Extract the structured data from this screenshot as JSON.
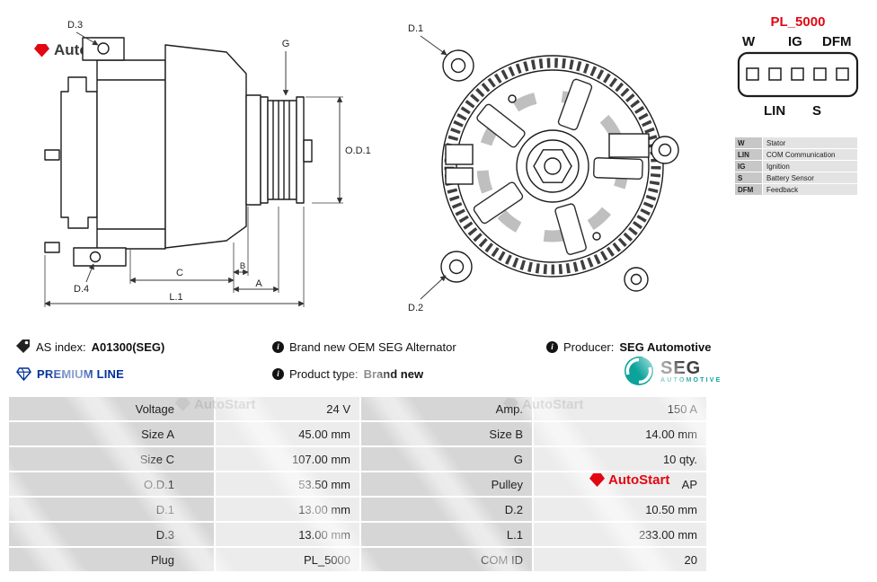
{
  "brand": {
    "name": "AutoStart"
  },
  "colors": {
    "accent_red": "#e30613",
    "premium_blue": "#00309b",
    "seg_teal": "#0ca39b",
    "table_label_bg": "#d6d6d6",
    "table_value_bg": "#ececec"
  },
  "connector": {
    "code": "PL_5000",
    "pins_top": [
      "W",
      "IG",
      "DFM"
    ],
    "pins_bottom": [
      "LIN",
      "S"
    ],
    "legend": [
      {
        "pin": "W",
        "desc": "Stator"
      },
      {
        "pin": "LIN",
        "desc": "COM Communication"
      },
      {
        "pin": "IG",
        "desc": "Ignition"
      },
      {
        "pin": "S",
        "desc": "Battery Sensor"
      },
      {
        "pin": "DFM",
        "desc": "Feedback"
      }
    ]
  },
  "dimensions": {
    "side": {
      "d3": "D.3",
      "g": "G",
      "od1": "O.D.1",
      "d4": "D.4",
      "c": "C",
      "b": "B",
      "a": "A",
      "l1": "L.1"
    },
    "front": {
      "d1": "D.1",
      "d2": "D.2"
    }
  },
  "info": {
    "as_index": {
      "label": "AS index:",
      "value": "A01300(SEG)"
    },
    "premium_line": "PREMIUM LINE",
    "description": "Brand new OEM SEG Alternator",
    "product_type": {
      "label": "Product type:",
      "value": "Brand new"
    },
    "producer": {
      "label": "Producer:",
      "value": "SEG Automotive"
    },
    "seg": {
      "name": "SEG",
      "sub": "AUTOMOTIVE"
    }
  },
  "spec_table": {
    "rows": [
      {
        "l1": "Voltage",
        "v1": "24 V",
        "l2": "Amp.",
        "v2": "150 A"
      },
      {
        "l1": "Size A",
        "v1": "45.00 mm",
        "l2": "Size B",
        "v2": "14.00 mm"
      },
      {
        "l1": "Size C",
        "v1": "107.00 mm",
        "l2": "G",
        "v2": "10 qty."
      },
      {
        "l1": "O.D.1",
        "v1": "53.50 mm",
        "l2": "Pulley",
        "v2": "AP"
      },
      {
        "l1": "D.1",
        "v1": "13.00 mm",
        "l2": "D.2",
        "v2": "10.50 mm"
      },
      {
        "l1": "D.3",
        "v1": "13.00 mm",
        "l2": "L.1",
        "v2": "233.00 mm"
      },
      {
        "l1": "Plug",
        "v1": "PL_5000",
        "l2": "COM ID",
        "v2": "20"
      }
    ]
  }
}
